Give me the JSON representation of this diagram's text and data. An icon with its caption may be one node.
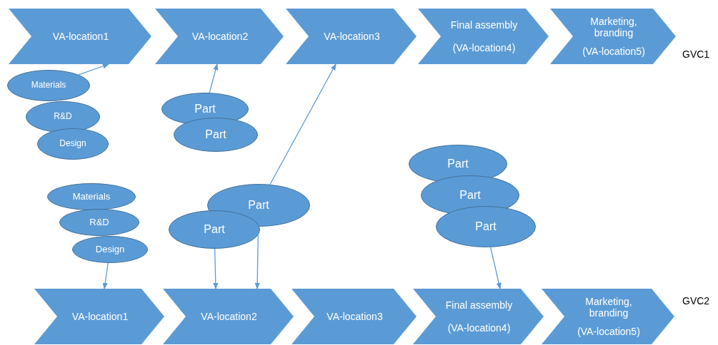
{
  "diagram": {
    "nodes": [
      {
        "text": [
          "VA-location1"
        ]
      },
      {
        "text": [
          "VA-location2"
        ]
      },
      {
        "text": [
          "VA-location3"
        ]
      },
      {
        "text": [
          "Final assembly",
          "(VA-location4)"
        ]
      },
      {
        "text": [
          "Marketing, branding",
          "(VA-location5)"
        ]
      },
      {
        "text": [
          "Materials"
        ]
      },
      {
        "text": [
          "R&D"
        ]
      },
      {
        "text": [
          "Design"
        ]
      },
      {
        "text": [
          "Part"
        ]
      },
      {
        "text": [
          "Part"
        ]
      },
      {
        "text": [
          "Materials"
        ]
      },
      {
        "text": [
          "R&D"
        ]
      },
      {
        "text": [
          "Design"
        ]
      },
      {
        "text": [
          "Part"
        ]
      },
      {
        "text": [
          "Part"
        ]
      },
      {
        "text": [
          "Part"
        ]
      },
      {
        "text": [
          "Part"
        ]
      },
      {
        "text": [
          "Part"
        ]
      },
      {
        "text": [
          "VA-location1"
        ]
      },
      {
        "text": [
          "VA-location2"
        ]
      },
      {
        "text": [
          "VA-location3"
        ]
      },
      {
        "text": [
          "Final assembly",
          "(VA-location4)"
        ]
      },
      {
        "text": [
          "Marketing, branding",
          "(VA-location5)"
        ]
      }
    ],
    "edges": [
      {
        "from": 5,
        "to": 0,
        "arrow": "to"
      },
      {
        "from": 8,
        "to": 1,
        "arrow": "to"
      },
      {
        "from": 13,
        "to": 2,
        "arrow": "to"
      },
      {
        "from": 12,
        "to": 18,
        "arrow": "to"
      },
      {
        "from": 14,
        "to": 19,
        "arrow": "to"
      },
      {
        "from": 13,
        "to": 19,
        "arrow": "to"
      },
      {
        "from": 17,
        "to": 21,
        "arrow": "to"
      }
    ],
    "labels": [
      "GVC1",
      "GVC2"
    ]
  }
}
